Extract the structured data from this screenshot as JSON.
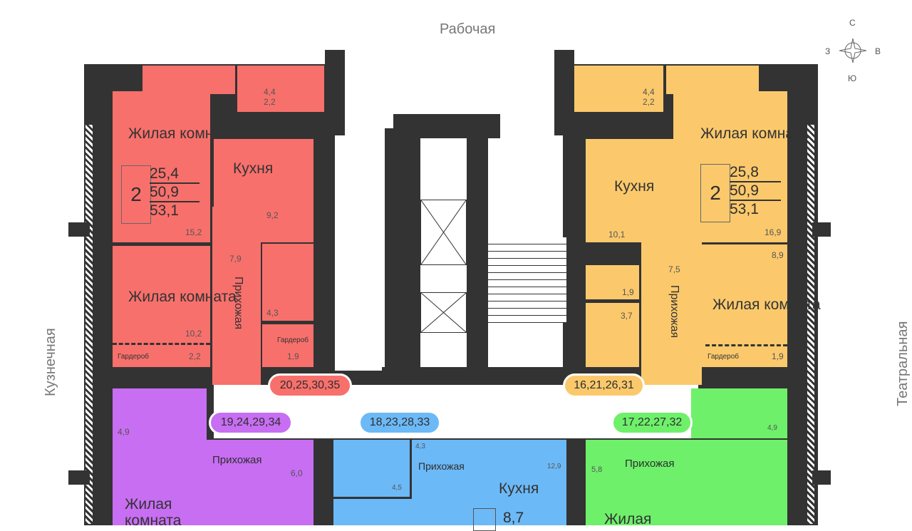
{
  "streets": {
    "top": "Рабочая",
    "left": "Кузнечная",
    "right": "Театральная"
  },
  "compass": {
    "n": "С",
    "w": "З",
    "e": "В",
    "s": "Ю"
  },
  "colors": {
    "red": "#f8706c",
    "yellow": "#fbc96c",
    "purple": "#c76ef2",
    "blue": "#6cb9f7",
    "green": "#6ef06b",
    "wall": "#333333"
  },
  "apt_red": {
    "floors": "20,25,30,35",
    "rooms": "2",
    "living": "25,4",
    "total": "50,9",
    "total_with_balcony": "53,1",
    "living_room": "Жилая комната",
    "kitchen": "Кухня",
    "hall": "Прихожая",
    "wardrobe": "Гардероб",
    "a_room1": "15,2",
    "a_room2": "10,2",
    "a_ward1": "2,2",
    "a_kitchen": "9,2",
    "a_hall": "7,9",
    "a_bath": "4,3",
    "a_ward2": "1,9",
    "a_balc1": "4,4",
    "a_balc2": "2,2"
  },
  "apt_yellow": {
    "floors": "16,21,26,31",
    "rooms": "2",
    "living": "25,8",
    "total": "50,9",
    "total_with_balcony": "53,1",
    "living_room": "Жилая комната",
    "kitchen": "Кухня",
    "hall": "Прихожая",
    "wardrobe": "Гардероб",
    "a_room1": "16,9",
    "a_room2": "8,9",
    "a_ward": "1,9",
    "a_kitchen": "10,1",
    "a_hall": "7,5",
    "a_wc": "1,9",
    "a_bath": "3,7",
    "a_balc1": "4,4",
    "a_balc2": "2,2"
  },
  "apt_purple": {
    "floors": "19,24,29,34",
    "hall": "Прихожая",
    "living_room": "Жилая комната",
    "a_bath": "4,9",
    "a_hall": "6,0"
  },
  "apt_blue": {
    "floors": "18,23,28,33",
    "hall": "Прихожая",
    "kitchen": "Кухня",
    "a_bath": "4,3",
    "a_wc": "4,5",
    "a_kitchen": "12,9",
    "living": "8,7"
  },
  "apt_green": {
    "floors": "17,22,27,32",
    "hall": "Прихожая",
    "living_room": "Жилая",
    "a_bath": "4,9",
    "a_hall": "5,8"
  }
}
